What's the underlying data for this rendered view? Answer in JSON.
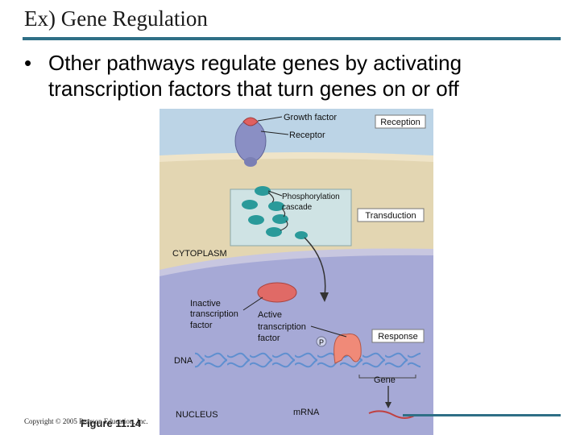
{
  "slide": {
    "title": "Ex) Gene Regulation",
    "bullet": "Other pathways regulate genes by activating transcription factors that turn genes on or off",
    "copyright": "Copyright © 2005 Pearson Education, Inc.",
    "figure": "Figure 11.14"
  },
  "diagram": {
    "growth_factor": "Growth factor",
    "receptor": "Receptor",
    "reception": "Reception",
    "phosphorylation_1": "Phosphorylation",
    "phosphorylation_2": "cascade",
    "transduction": "Transduction",
    "cytoplasm": "CYTOPLASM",
    "inactive_1": "Inactive",
    "inactive_2": "transcription",
    "inactive_3": "factor",
    "active_1": "Active",
    "active_2": "transcription",
    "active_3": "factor",
    "phosphate": "P",
    "response": "Response",
    "dna": "DNA",
    "gene": "Gene",
    "nucleus": "NUCLEUS",
    "mrna": "mRNA"
  },
  "colors": {
    "accent_rule": "#2f6f86",
    "cytoplasm": "#e3d6b2",
    "outer_space": "#bcd4e6",
    "nucleus": "#a6a9d6",
    "cascade_box": "#cfe3e4",
    "receptor": "#8a8fc4",
    "growth_factor": "#e06060",
    "kinase": "#2a9a9a",
    "inactive_factor": "#e06a66",
    "active_factor": "#f08a78"
  }
}
